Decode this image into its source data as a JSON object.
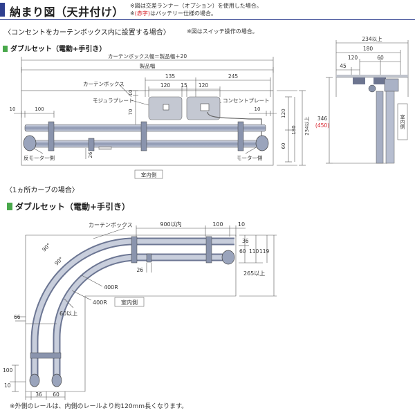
{
  "header": {
    "title": "納まり図（天井付け）",
    "note1": "※図は交差ランナー（オプション）を使用した場合。",
    "note2_prefix": "※",
    "note2_red": "(赤字)",
    "note2_suffix": "はバッテリー仕様の場合。"
  },
  "section1": {
    "title": "〈コンセントをカーテンボックス内に設置する場合〉",
    "note": "※図はスイッチ操作の場合。",
    "subtitle": "ダブルセット（電動+手引き）"
  },
  "front_view": {
    "labels": {
      "box_width": "カーテンボックス幅＝製品幅＋20",
      "product_width": "製品幅",
      "curtain_box": "カーテンボックス",
      "modular_plate": "モジュラプレート",
      "outlet_plate": "コンセントプレート",
      "anti_motor_side": "反モーター側",
      "motor_side": "モーター側",
      "indoor_side": "室内側"
    },
    "dims": {
      "d135": "135",
      "d245": "245",
      "d120a": "120",
      "d15": "15",
      "d120b": "120",
      "d10a": "10",
      "d70": "70",
      "d10b": "10",
      "d100": "100",
      "d10c": "10",
      "d120v": "120",
      "d180": "180",
      "d60": "60",
      "d234": "234以上",
      "d26": "26"
    }
  },
  "side_view": {
    "labels": {
      "indoor_side": "室内側"
    },
    "dims": {
      "d234": "234以上",
      "d180": "180",
      "d120": "120",
      "d60": "60",
      "d45": "45",
      "d346": "346",
      "d450": "(450)"
    }
  },
  "section2": {
    "title": "〈1ヵ所カーブの場合〉",
    "subtitle": "ダブルセット（電動+手引き）"
  },
  "curve_view": {
    "labels": {
      "curtain_box": "カーテンボックス",
      "indoor_side": "室内側",
      "r400a": "400R",
      "r400b": "400R",
      "d60min": "60以上",
      "deg90a": "90°",
      "deg90b": "90°"
    },
    "dims": {
      "d900": "900以内",
      "d100": "100",
      "d10": "10",
      "d36": "36",
      "d60": "60",
      "d110": "110",
      "d119": "119",
      "d265": "265以上",
      "d26": "26",
      "d66": "66",
      "d100v": "100",
      "d10v": "10",
      "d36b": "36",
      "d60b": "60"
    }
  },
  "footer": {
    "note": "※外側のレールは、内側のレールより約120mm長くなります。"
  },
  "colors": {
    "accent": "#2f3f8f",
    "subtitle_marker": "#49a84b",
    "note_red": "#d8202a",
    "rail_fill": "#9aa4bc",
    "panel_fill": "#c4c8d2"
  }
}
